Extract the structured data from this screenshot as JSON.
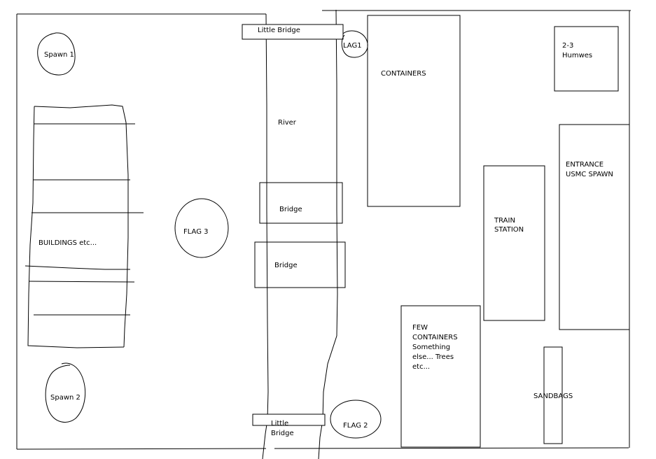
{
  "map": {
    "labels": {
      "little_bridge_top": "Little Bridge",
      "lag1": "LAG1",
      "spawn1": "Spawn 1",
      "spawn2": "Spawn 2",
      "river": "River",
      "bridge_upper": "Bridge",
      "bridge_lower": "Bridge",
      "flag3": "FLAG 3",
      "flag2": "FLAG 2",
      "buildings": "BUILDINGS etc...",
      "containers": "CONTAINERS",
      "humvees": [
        "2-3",
        "Humwes"
      ],
      "entrance": [
        "ENTRANCE",
        "USMC SPAWN"
      ],
      "train_station": [
        "TRAIN",
        "STATION"
      ],
      "few_containers": [
        "FEW",
        "CONTAINERS",
        "Something",
        "else... Trees",
        "etc..."
      ],
      "sandbags": "SANDBAGS",
      "little_bridge_bottom": [
        "Little",
        "Bridge"
      ]
    }
  }
}
